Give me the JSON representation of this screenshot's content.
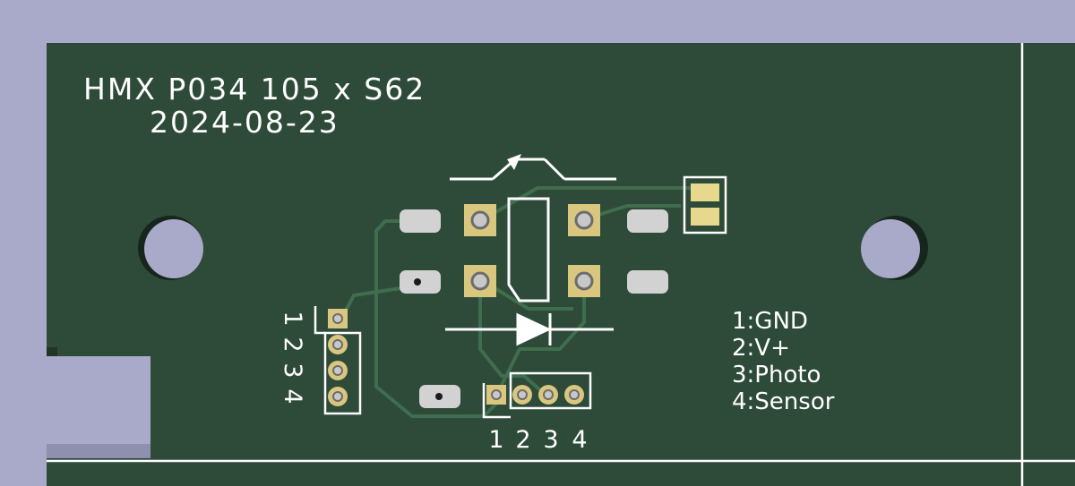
{
  "board": {
    "title": "HMX P034 105 x S62",
    "date": "2024-08-23"
  },
  "legend": [
    "1:GND",
    "2:V+",
    "3:Photo",
    "4:Sensor"
  ],
  "connector_left_labels": [
    "1",
    "2",
    "3",
    "4"
  ],
  "connector_bottom_labels": [
    "1",
    "2",
    "3",
    "4"
  ],
  "colors": {
    "background": "#a9a9c9",
    "board": "#2d4b38",
    "trace": "#3f6d4e",
    "pad_gold": "#d9c67f",
    "pad_silver": "#d2d2d2",
    "silkscreen": "#ffffff"
  }
}
